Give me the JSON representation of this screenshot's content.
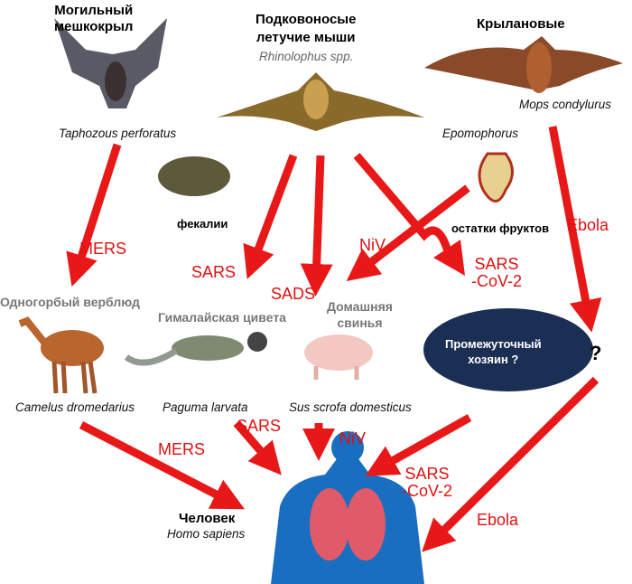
{
  "bats": {
    "tomb_bat": {
      "name_ru": "Могильный\nмешкокрыл",
      "latin": "Taphozous perforatus"
    },
    "horseshoe": {
      "name_ru": "Подковоносые\nлетучие мыши",
      "latin": "Rhinolophus spp."
    },
    "fruit_bat": {
      "name_ru": "Крылановые",
      "latin_1": "Mops condylurus",
      "latin_2": "Epomophorus"
    }
  },
  "sources": {
    "feces": "фекалии",
    "fruit": "остатки фруктов"
  },
  "hosts": {
    "camel": {
      "name_ru": "Одногорбый верблюд",
      "latin": "Camelus dromedarius"
    },
    "civet": {
      "name_ru": "Гималайская цивета",
      "latin": "Paguma larvata"
    },
    "pig": {
      "name_ru": "Домашняя\nсвинья",
      "latin": "Sus scrofa domesticus"
    },
    "intermediate": "Промежуточный\nхозяин ?",
    "unknown": "?"
  },
  "human": {
    "name_ru": "Человек",
    "latin": "Homo sapiens"
  },
  "arrows": {
    "mers1": "MERS",
    "sars1": "SARS",
    "sads": "SADS",
    "niv1": "NiV",
    "cov1": "SARS\n-CoV-2",
    "ebola1": "Ebola",
    "mers2": "MERS",
    "sars2": "SARS",
    "niv2": "NiV",
    "cov2": "SARS\n-CoV-2",
    "ebola2": "Ebola"
  },
  "colors": {
    "arrow": "#e81818",
    "host_ellipse": "#1b2f55"
  }
}
